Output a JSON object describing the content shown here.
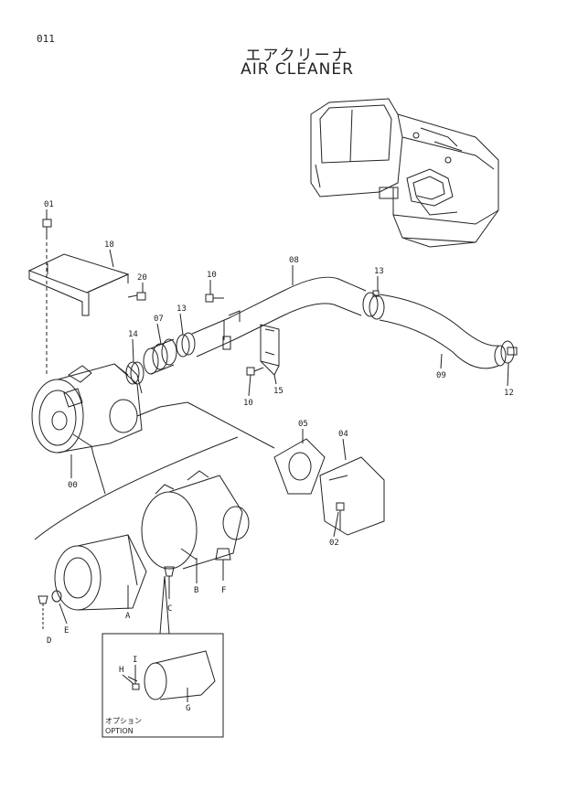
{
  "page_number": "011",
  "title_jp": "エアクリーナ",
  "title_en": "AIR CLEANER",
  "option_box": {
    "label_jp": "オプション",
    "label_en": "OPTION"
  },
  "labels": {
    "p01": "01",
    "p18": "18",
    "p20": "20",
    "p10a": "10",
    "p08": "08",
    "p13a": "13",
    "p14": "14",
    "p07": "07",
    "p13b": "13",
    "p10b": "10",
    "p15": "15",
    "p09": "09",
    "p12": "12",
    "p00": "00",
    "p05": "05",
    "p04": "04",
    "p02": "02",
    "pA": "A",
    "pB": "B",
    "pC": "C",
    "pD": "D",
    "pE": "E",
    "pF": "F",
    "pG": "G",
    "pH": "H",
    "pI": "I"
  }
}
